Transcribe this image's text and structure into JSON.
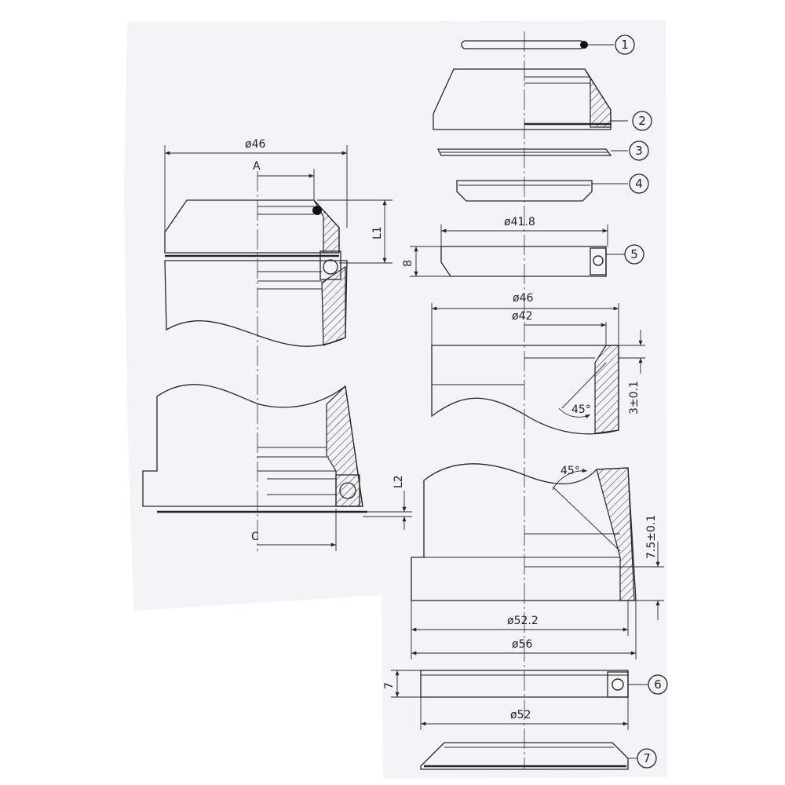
{
  "sheet": {
    "paper": "#f4f3f6",
    "background": "#ffffff",
    "ink": "#262626"
  },
  "callouts": [
    "1",
    "2",
    "3",
    "4",
    "5",
    "6",
    "7"
  ],
  "assembly_labels": {
    "d_cup": "ø46",
    "a": "A",
    "l1": "L1",
    "l2": "L2",
    "c": "C"
  },
  "part_dimensions": {
    "d_bearing_upper": "ø41.8",
    "h_bearing_upper": "8",
    "d_cup_outer": "ø46",
    "d_cup_inner": "ø42",
    "depth_upper": "3±0.1",
    "angle_upper": "45°",
    "angle_lower": "45°",
    "depth_lower": "7.5±0.1",
    "d_cup_lower_inner": "ø52.2",
    "d_cup_lower_outer": "ø56",
    "h_bearing_lower": "7",
    "d_bearing_lower": "ø52"
  }
}
